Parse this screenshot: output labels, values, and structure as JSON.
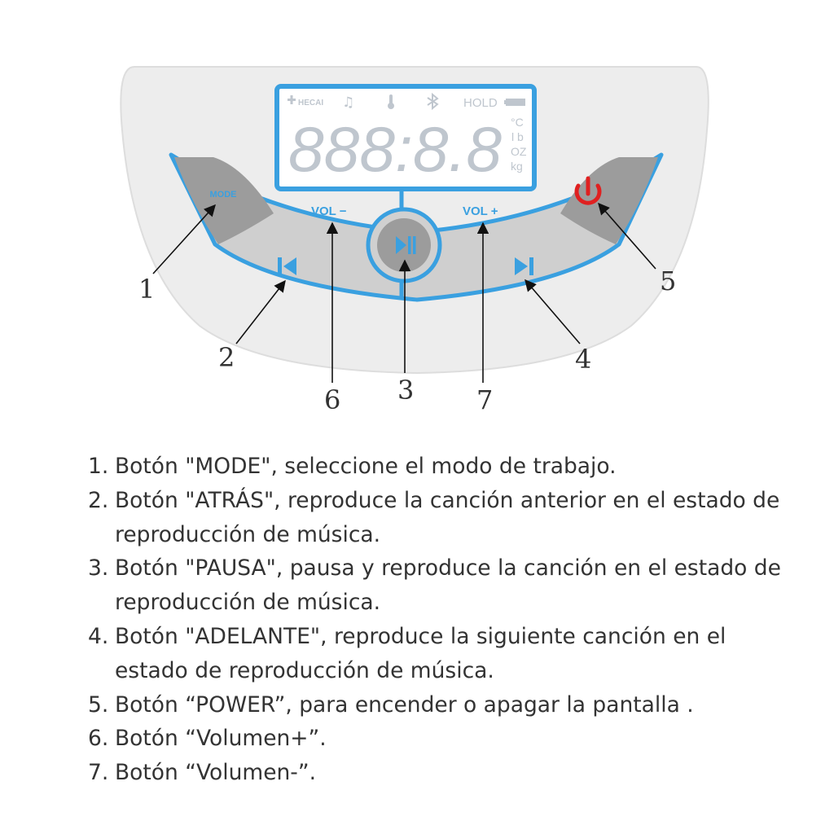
{
  "panel": {
    "lcd": {
      "status_icons": [
        "fan-icon",
        "music-note-icon",
        "thermometer-icon",
        "bluetooth-icon",
        "battery-icon"
      ],
      "brand": "HECAI",
      "hold": "HOLD",
      "digits": "888:8.8",
      "units": [
        "°C",
        "l b",
        "OZ",
        "kg"
      ]
    },
    "buttons": {
      "mode": "MODE",
      "vol_minus": "VOL −",
      "vol_plus": "VOL +",
      "prev_icon": "skip-back-icon",
      "play_pause_icon": "play-pause-icon",
      "next_icon": "skip-forward-icon",
      "power_icon": "power-icon"
    },
    "colors": {
      "accent": "#3aa0e0",
      "power": "#e02020",
      "panel": "#ededed",
      "button": "#bcbcbc",
      "lcd_digits": "#bfc6ce"
    },
    "callouts": [
      "1",
      "2",
      "3",
      "4",
      "5",
      "6",
      "7"
    ]
  },
  "legend": [
    {
      "num": "1.",
      "text": "Botón \"MODE\", seleccione el modo de trabajo."
    },
    {
      "num": "2.",
      "text": "Botón \"ATRÁS\", reproduce la canción anterior en el estado de reproducción de música."
    },
    {
      "num": "3.",
      "text": "Botón \"PAUSA\", pausa y reproduce la canción en el estado de reproducción de música."
    },
    {
      "num": "4.",
      "text": "Botón \"ADELANTE\", reproduce la siguiente canción en el estado de reproducción de música."
    },
    {
      "num": "5.",
      "text": "Botón “POWER”, para encender o apagar la pantalla ."
    },
    {
      "num": "6.",
      "text": "Botón “Volumen+”."
    },
    {
      "num": "7.",
      "text": "Botón “Volumen-”."
    }
  ]
}
